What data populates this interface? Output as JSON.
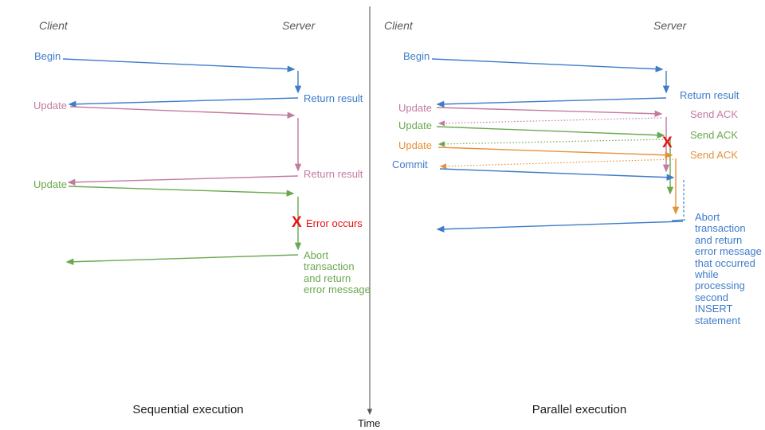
{
  "colors": {
    "blue": "#3e7cc9",
    "pink": "#c27ba0",
    "green": "#6aa84f",
    "orange": "#e69138",
    "red": "#e81010",
    "axis_gray": "#595959"
  },
  "left_panel": {
    "client_header": "Client",
    "server_header": "Server",
    "labels": {
      "begin": "Begin",
      "return_result_1": "Return result",
      "update_1": "Update",
      "return_result_2": "Return result",
      "update_2": "Update",
      "error_x": "X",
      "error_occurs": "Error occurs",
      "abort_note": "Abort\ntransaction\nand return\nerror message"
    },
    "caption": "Sequential execution"
  },
  "right_panel": {
    "client_header": "Client",
    "server_header": "Server",
    "labels": {
      "begin": "Begin",
      "return_result": "Return result",
      "update_1": "Update",
      "send_ack_1": "Send ACK",
      "update_2": "Update",
      "send_ack_2": "Send ACK",
      "update_3": "Update",
      "send_ack_3": "Send ACK",
      "commit": "Commit",
      "error_x": "X",
      "abort_note": "Abort\ntransaction\nand return\nerror message\nthat occurred\nwhile\nprocessing\nsecond\nINSERT\nstatement"
    },
    "caption": "Parallel execution"
  },
  "time_axis": {
    "label": "Time"
  }
}
